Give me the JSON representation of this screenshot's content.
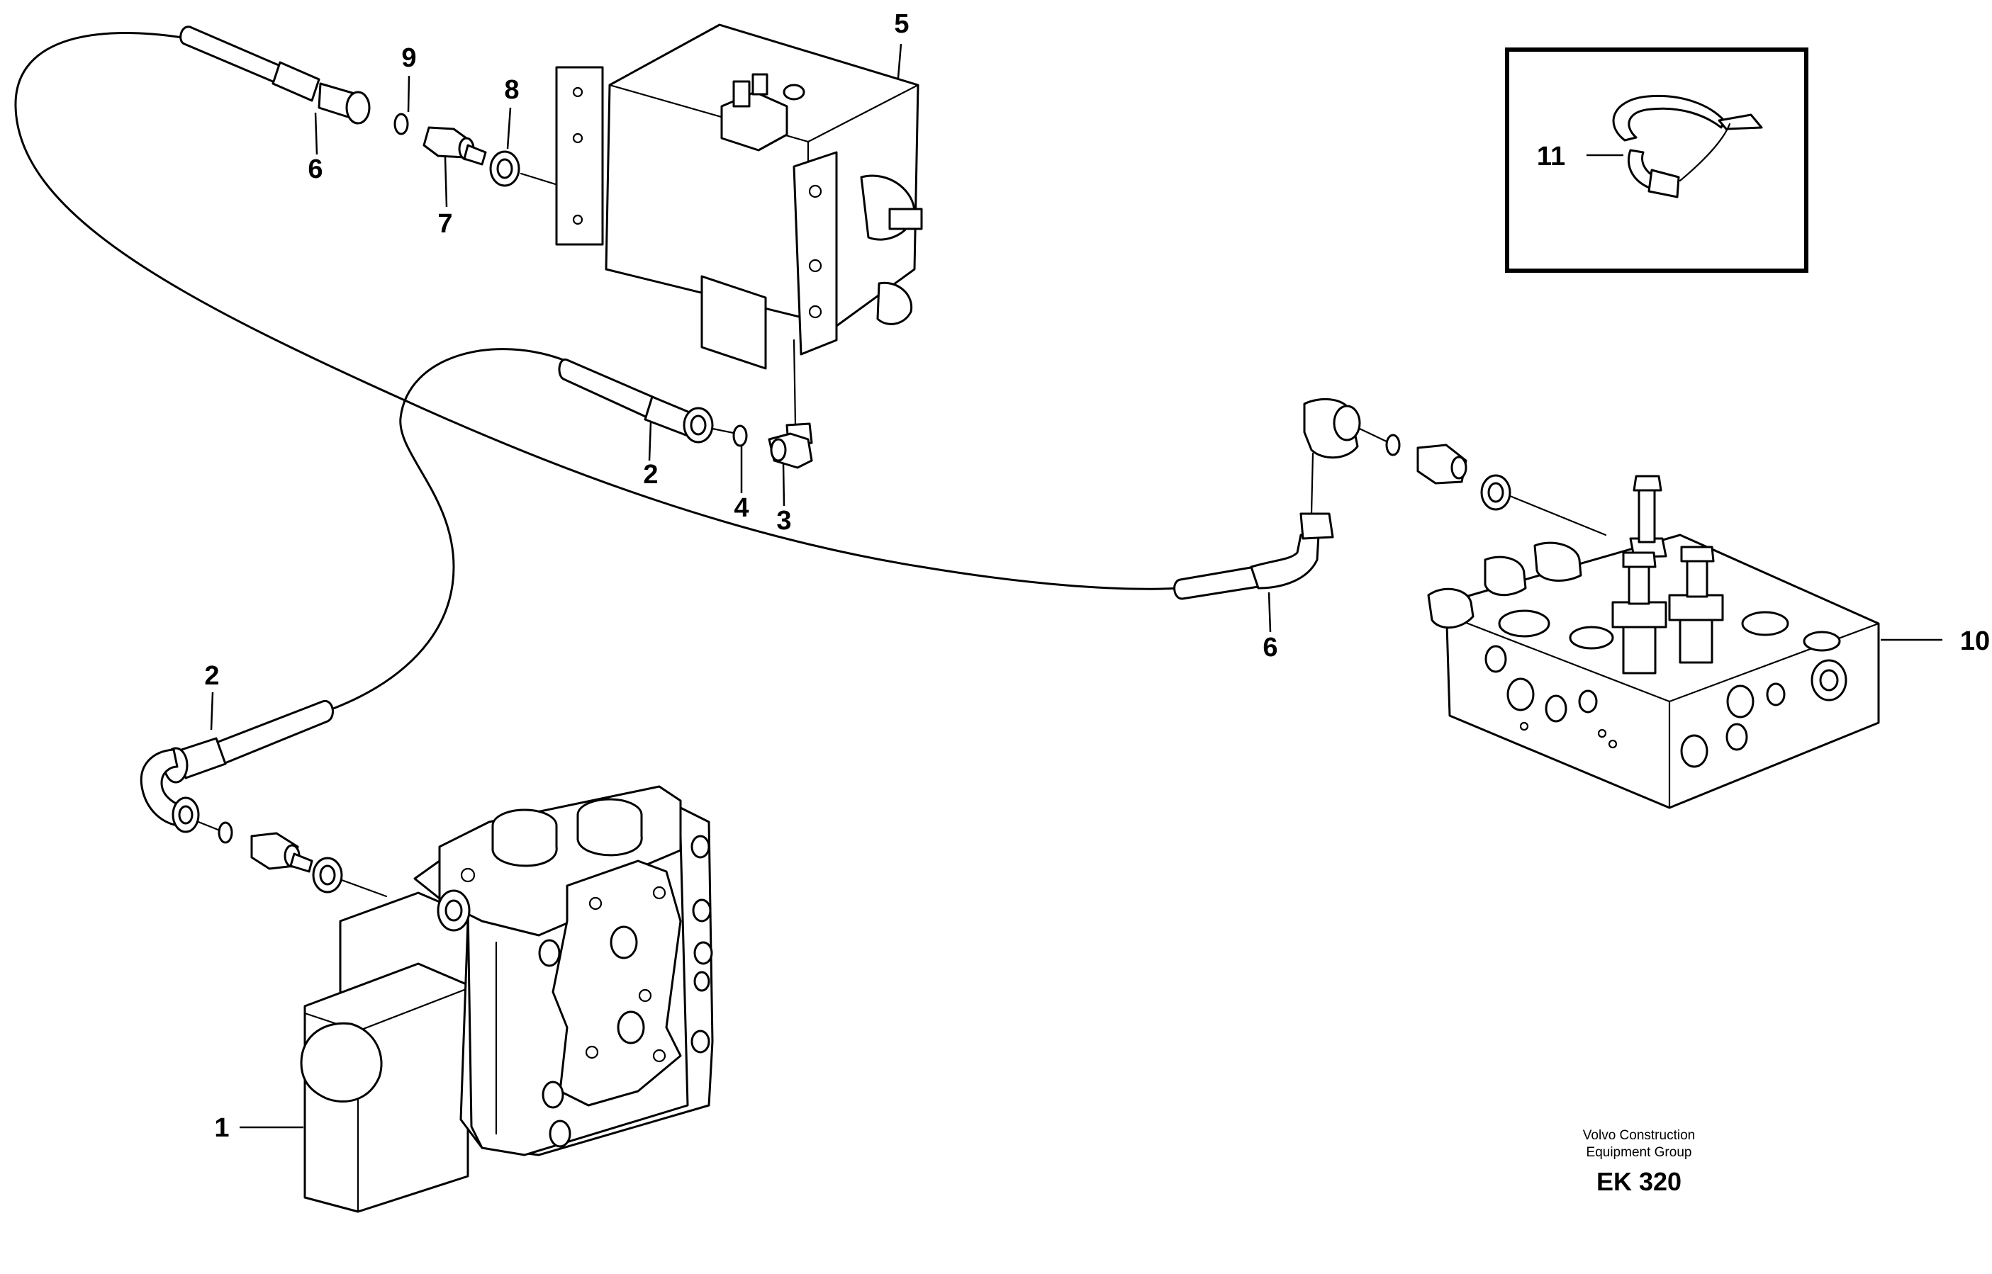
{
  "diagram": {
    "callouts": [
      {
        "id": "c1",
        "label": "1"
      },
      {
        "id": "c2a",
        "label": "2"
      },
      {
        "id": "c2b",
        "label": "2"
      },
      {
        "id": "c3",
        "label": "3"
      },
      {
        "id": "c4",
        "label": "4"
      },
      {
        "id": "c5",
        "label": "5"
      },
      {
        "id": "c6a",
        "label": "6"
      },
      {
        "id": "c6b",
        "label": "6"
      },
      {
        "id": "c7",
        "label": "7"
      },
      {
        "id": "c8",
        "label": "8"
      },
      {
        "id": "c9",
        "label": "9"
      },
      {
        "id": "c10",
        "label": "10"
      },
      {
        "id": "c11",
        "label": "11"
      }
    ],
    "credit": {
      "line1": "Volvo Construction",
      "line2": "Equipment Group",
      "code": "EK 320"
    }
  }
}
